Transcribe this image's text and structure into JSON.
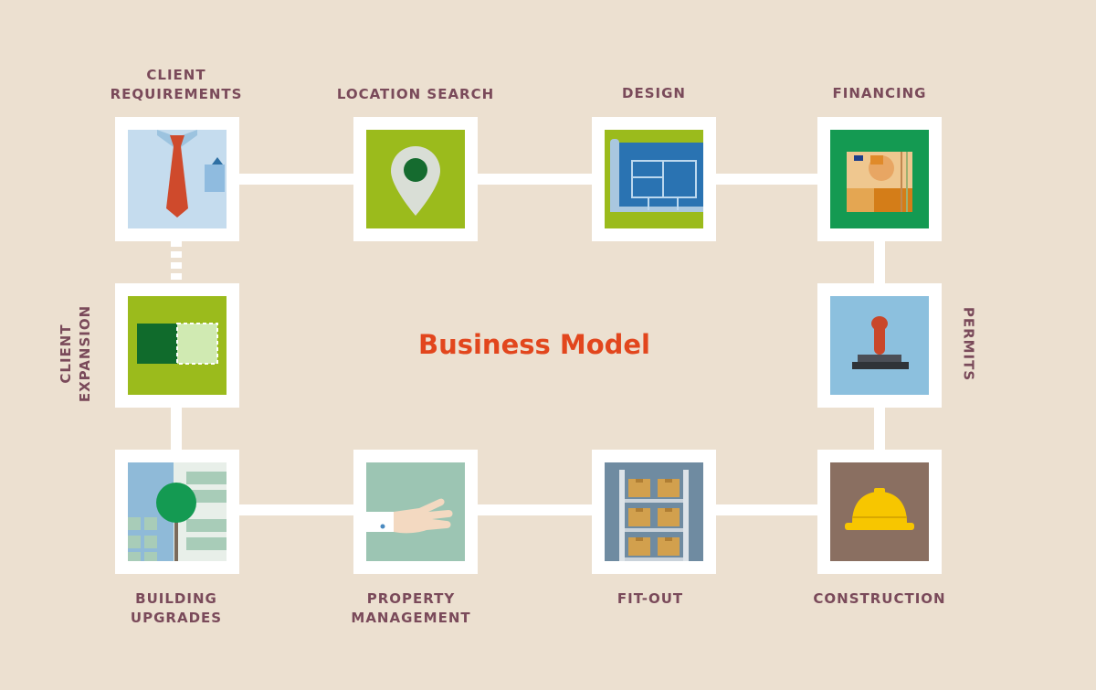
{
  "title": "Business Model",
  "steps": {
    "client_requirements": "CLIENT\nREQUIREMENTS",
    "location_search": "LOCATION SEARCH",
    "design": "DESIGN",
    "financing": "FINANCING",
    "permits": "PERMITS",
    "construction": "CONSTRUCTION",
    "fit_out": "FIT-OUT",
    "property_management": "PROPERTY\nMANAGEMENT",
    "building_upgrades": "BUILDING\nUPGRADES",
    "client_expansion": "CLIENT\nEXPANSION"
  },
  "colors": {
    "background": "#ece0d0",
    "label": "#7a4a5a",
    "title": "#e2461d",
    "connector": "#ffffff"
  },
  "icons": {
    "client_requirements": "shirt-tie-icon",
    "location_search": "map-pin-icon",
    "design": "blueprint-icon",
    "financing": "banknotes-icon",
    "permits": "rubber-stamp-icon",
    "construction": "hard-hat-icon",
    "fit_out": "warehouse-shelves-icon",
    "property_management": "handshake-icon",
    "building_upgrades": "building-tree-icon",
    "client_expansion": "expansion-block-icon"
  }
}
